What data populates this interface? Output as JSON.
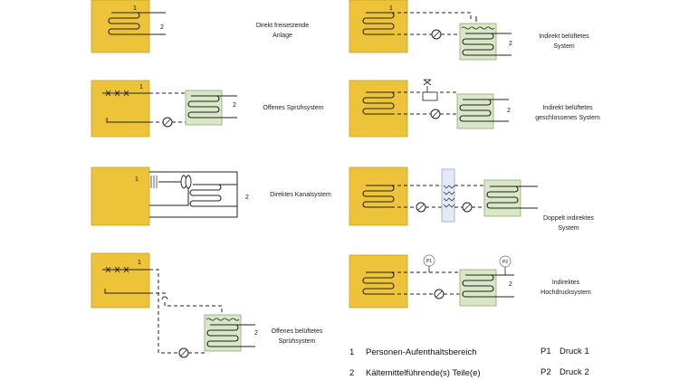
{
  "systems": {
    "direct_release": {
      "caption_l1": "Direkt freisetzende",
      "caption_l2": "Anlage",
      "num_a": "1",
      "num_b": "2"
    },
    "open_spray": {
      "caption": "Offenes Sprühsystem",
      "num_a": "1",
      "num_b": "2"
    },
    "direct_duct": {
      "caption": "Direktes Kanalsystem",
      "num_a": "1",
      "num_b": "2"
    },
    "open_ventilated_spray": {
      "caption_l1": "Offenes belüftetes",
      "caption_l2": "Sprühsystem",
      "num_a": "1",
      "num_b": "2"
    },
    "indirect_ventilated": {
      "caption_l1": "Indirekt belüftetes",
      "caption_l2": "System",
      "num_a": "1",
      "num_b": "2"
    },
    "indirect_ventilated_closed": {
      "caption_l1": "Indirekt belüftetes",
      "caption_l2": "geschlossenes System",
      "num_b": "2"
    },
    "double_indirect": {
      "caption_l1": "Doppelt indirektes",
      "caption_l2": "System"
    },
    "indirect_high_pressure": {
      "caption_l1": "Indirektes",
      "caption_l2": "Hochdrucksystem",
      "gauge_p1": "P1",
      "gauge_p2": "P2",
      "num_b": "2"
    }
  },
  "legend": {
    "item1_key": "1",
    "item1_text": "Personen-Aufenthaltsbereich",
    "item2_key": "2",
    "item2_text": "Kältemittelführende(s) Teile(e)",
    "p1_key": "P1",
    "p1_text": "Druck 1",
    "p2_key": "P2",
    "p2_text": "Druck 2"
  },
  "colors": {
    "occupied_space": "#EDC33A",
    "occupied_space_edge": "#C9A020",
    "refrigerant_unit": "#D9E7C6",
    "refrigerant_unit_edge": "#8FA877",
    "heat_exchanger": "#E4E9F5",
    "line": "#222222"
  }
}
